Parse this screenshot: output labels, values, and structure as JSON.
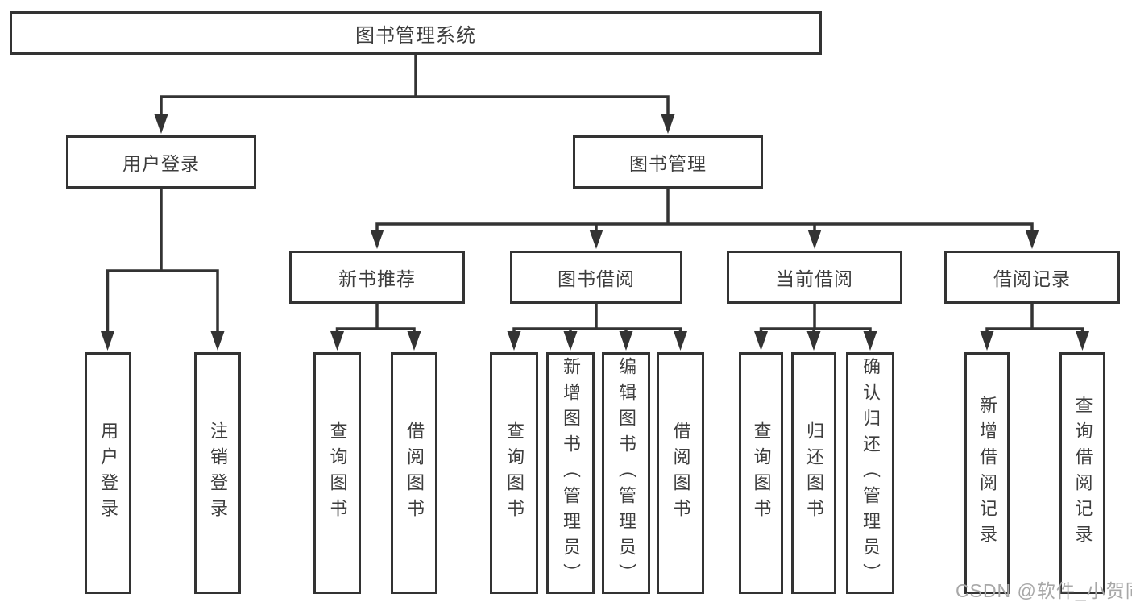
{
  "diagram": {
    "title": "图书管理系统",
    "level2": [
      "用户登录",
      "图书管理"
    ],
    "level3": [
      "新书推荐",
      "图书借阅",
      "当前借阅",
      "借阅记录"
    ],
    "leaves": [
      "用户登录",
      "注销登录",
      "查询图书",
      "借阅图书",
      "查询图书",
      "新增图书（管理员）",
      "编辑图书（管理员）",
      "借阅图书",
      "查询图书",
      "归还图书",
      "确认归还（管理员）",
      "新增借阅记录",
      "查询借阅记录"
    ],
    "watermark": "CSDN @软件_小贺同学",
    "colors": {
      "line": "#333333",
      "text": "#3d3d3d",
      "watermark": "#a8a8a8",
      "background": "#ffffff"
    }
  }
}
